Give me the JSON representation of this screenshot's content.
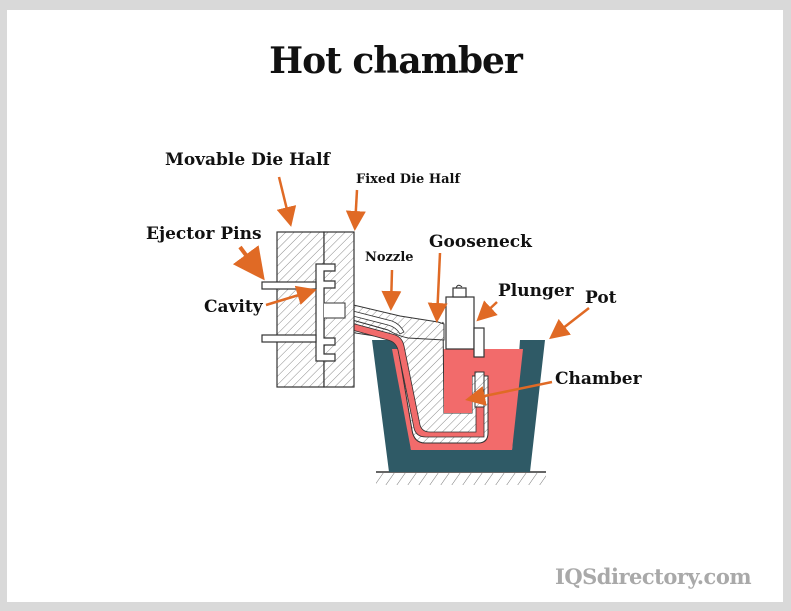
{
  "title": "Hot chamber",
  "labels": {
    "movable_die_half": "Movable Die Half",
    "fixed_die_half": "Fixed Die Half",
    "ejector_pins": "Ejector Pins",
    "cavity": "Cavity",
    "nozzle": "Nozzle",
    "gooseneck": "Gooseneck",
    "plunger": "Plunger",
    "pot": "Pot",
    "chamber": "Chamber"
  },
  "watermark": "IQSdirectory.com",
  "colors": {
    "arrow": "#e06a25",
    "pot": "#2f5a66",
    "molten_metal": "#f26b6b",
    "outline": "#333333",
    "hatch": "#8a8a8a"
  }
}
